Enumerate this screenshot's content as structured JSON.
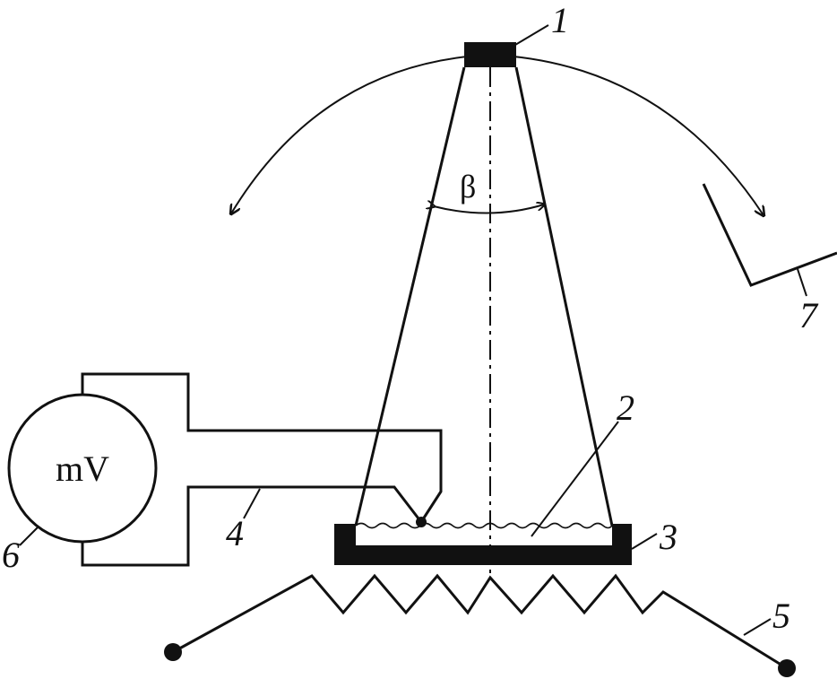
{
  "diagram": {
    "labels": {
      "source": "1",
      "sample": "2",
      "crucible": "3",
      "thermocouple": "4",
      "heater": "5",
      "millivoltmeter": "6",
      "screen": "7"
    },
    "meter_text": "mV",
    "angle_symbol": "β",
    "colors": {
      "ink": "#111111",
      "background": "#ffffff"
    }
  }
}
